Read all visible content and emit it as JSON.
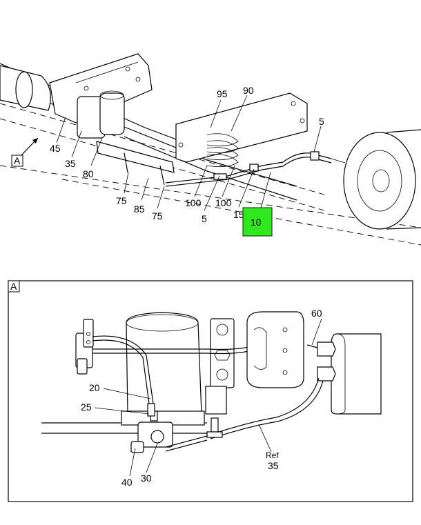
{
  "diagram": {
    "view_label": "A",
    "detail_label": "A",
    "highlight_label": "10",
    "callouts_top": {
      "c95": "95",
      "c90": "90",
      "c5a": "5",
      "c45": "45",
      "c35": "35",
      "c80": "80",
      "c75a": "75",
      "c85": "85",
      "c75b": "75",
      "c100a": "100",
      "c5b": "5",
      "c100b": "100",
      "c15": "15"
    },
    "callouts_detail": {
      "c60": "60",
      "c20": "20",
      "c25": "25",
      "c40": "40",
      "c30": "30",
      "ref": "Ref",
      "ref35": "35"
    }
  }
}
